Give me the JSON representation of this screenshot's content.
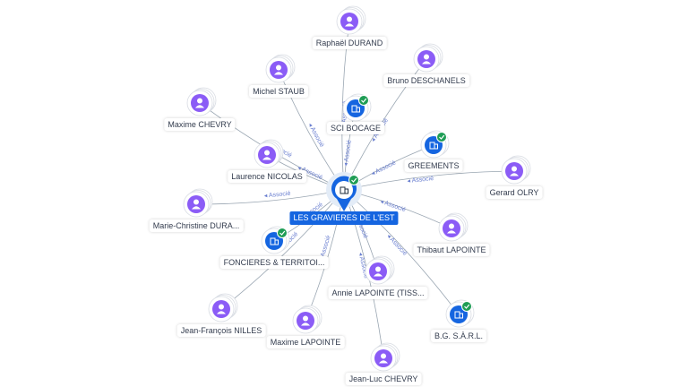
{
  "colors": {
    "person": "#8b5cf6",
    "company": "#1565e0",
    "check": "#1f9d55",
    "edge": "#9aa6b2",
    "edge_label": "#6a7fd0"
  },
  "center": {
    "label": "LES GRAVIERES DE L'EST",
    "icon": "building-icon"
  },
  "edge_label": "Associé",
  "nodes": [
    {
      "id": "raphael-durand",
      "label": "Raphaël DURAND",
      "type": "person"
    },
    {
      "id": "bruno-deschanels",
      "label": "Bruno DESCHANELS",
      "type": "person"
    },
    {
      "id": "michel-staub",
      "label": "Michel STAUB",
      "type": "person"
    },
    {
      "id": "maxime-chevry",
      "label": "Maxime CHEVRY",
      "type": "person"
    },
    {
      "id": "sci-bocage",
      "label": "SCI BOCAGE",
      "type": "company"
    },
    {
      "id": "greements",
      "label": "GREEMENTS",
      "type": "company"
    },
    {
      "id": "laurence-nicolas",
      "label": "Laurence NICOLAS",
      "type": "person"
    },
    {
      "id": "gerard-olry",
      "label": "Gerard OLRY",
      "type": "person"
    },
    {
      "id": "marie-christine",
      "label": "Marie-Christine DURA...",
      "type": "person"
    },
    {
      "id": "thibaut-lapointe",
      "label": "Thibaut LAPOINTE",
      "type": "person"
    },
    {
      "id": "foncieres",
      "label": "FONCIERES & TERRITOI...",
      "type": "company"
    },
    {
      "id": "annie-lapointe",
      "label": "Annie LAPOINTE (TISS...",
      "type": "person"
    },
    {
      "id": "jean-francois-nilles",
      "label": "Jean-François NILLES",
      "type": "person"
    },
    {
      "id": "bgs-sarl",
      "label": "B.G. S.À.R.L.",
      "type": "company"
    },
    {
      "id": "maxime-lapointe",
      "label": "Maxime LAPOINTE",
      "type": "person"
    },
    {
      "id": "jean-luc-chevry",
      "label": "Jean-Luc CHEVRY",
      "type": "person"
    }
  ]
}
